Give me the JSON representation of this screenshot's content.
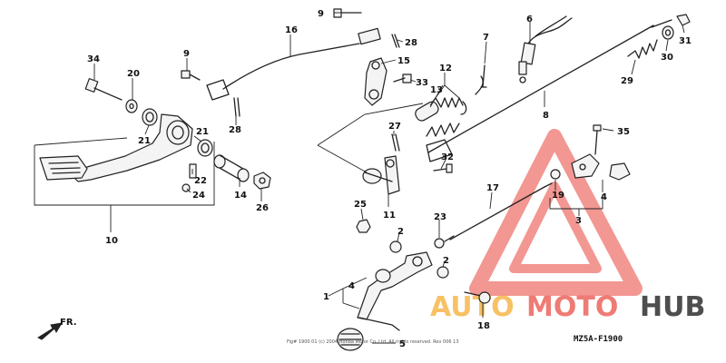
{
  "diagram_code": "MZ5A-F1900",
  "direction_label": "FR.",
  "fine_print": "Fig# 1900 01 (c) 2004 Honda Motor Co. Ltd. All rights reserved. Rev 006 13",
  "watermark": {
    "brand_part1": "AUTO",
    "brand_part2": "MOTO",
    "brand_part3": "HUB",
    "color_orange": "#f5a623",
    "color_red": "#e8433a",
    "color_dark": "#2f2f2f"
  },
  "callouts": {
    "c1": "1",
    "c2a": "2",
    "c2b": "2",
    "c3": "3",
    "c4a": "4",
    "c4b": "4",
    "c5": "5",
    "c6": "6",
    "c7": "7",
    "c8": "8",
    "c9a": "9",
    "c9b": "9",
    "c10": "10",
    "c11": "11",
    "c12": "12",
    "c13": "13",
    "c14": "14",
    "c15": "15",
    "c16": "16",
    "c17": "17",
    "c18": "18",
    "c19": "19",
    "c20": "20",
    "c21a": "21",
    "c21b": "21",
    "c22": "22",
    "c23": "23",
    "c24": "24",
    "c25": "25",
    "c26": "26",
    "c27": "27",
    "c28a": "28",
    "c28b": "28",
    "c29": "29",
    "c30": "30",
    "c31": "31",
    "c32": "32",
    "c33": "33",
    "c34": "34",
    "c35": "35"
  }
}
